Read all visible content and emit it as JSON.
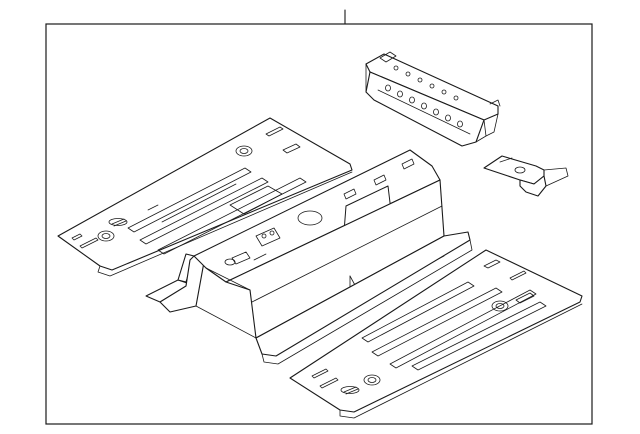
{
  "diagram": {
    "parts": [
      {
        "name": "left-floor-pan"
      },
      {
        "name": "center-tunnel-floor-pan"
      },
      {
        "name": "right-floor-pan"
      },
      {
        "name": "cross-member"
      },
      {
        "name": "small-bracket"
      }
    ]
  }
}
